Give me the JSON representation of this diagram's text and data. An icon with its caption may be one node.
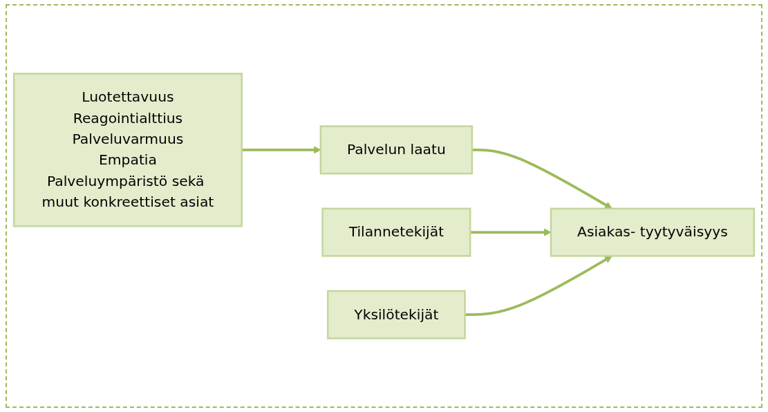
{
  "diagram": {
    "nodes": [
      {
        "text": [
          "Luotettavuus",
          "Reagointialttius",
          "Palveluvarmuus",
          "Empatia",
          "Palveluympäristö sekä muut konkreettiset asiat"
        ]
      },
      {
        "text": [
          "Palvelun laatu"
        ]
      },
      {
        "text": [
          "Tilannetekijät"
        ]
      },
      {
        "text": [
          "Asiakas- tyytyväisyys"
        ]
      },
      {
        "text": [
          "Yksilötekijät"
        ]
      }
    ],
    "edges": [
      {
        "from": 0,
        "to": 1,
        "arrow": "to"
      },
      {
        "from": 1,
        "to": 3,
        "arrow": "to"
      },
      {
        "from": 2,
        "to": 3,
        "arrow": "to"
      },
      {
        "from": 4,
        "to": 3,
        "arrow": "to"
      }
    ]
  }
}
